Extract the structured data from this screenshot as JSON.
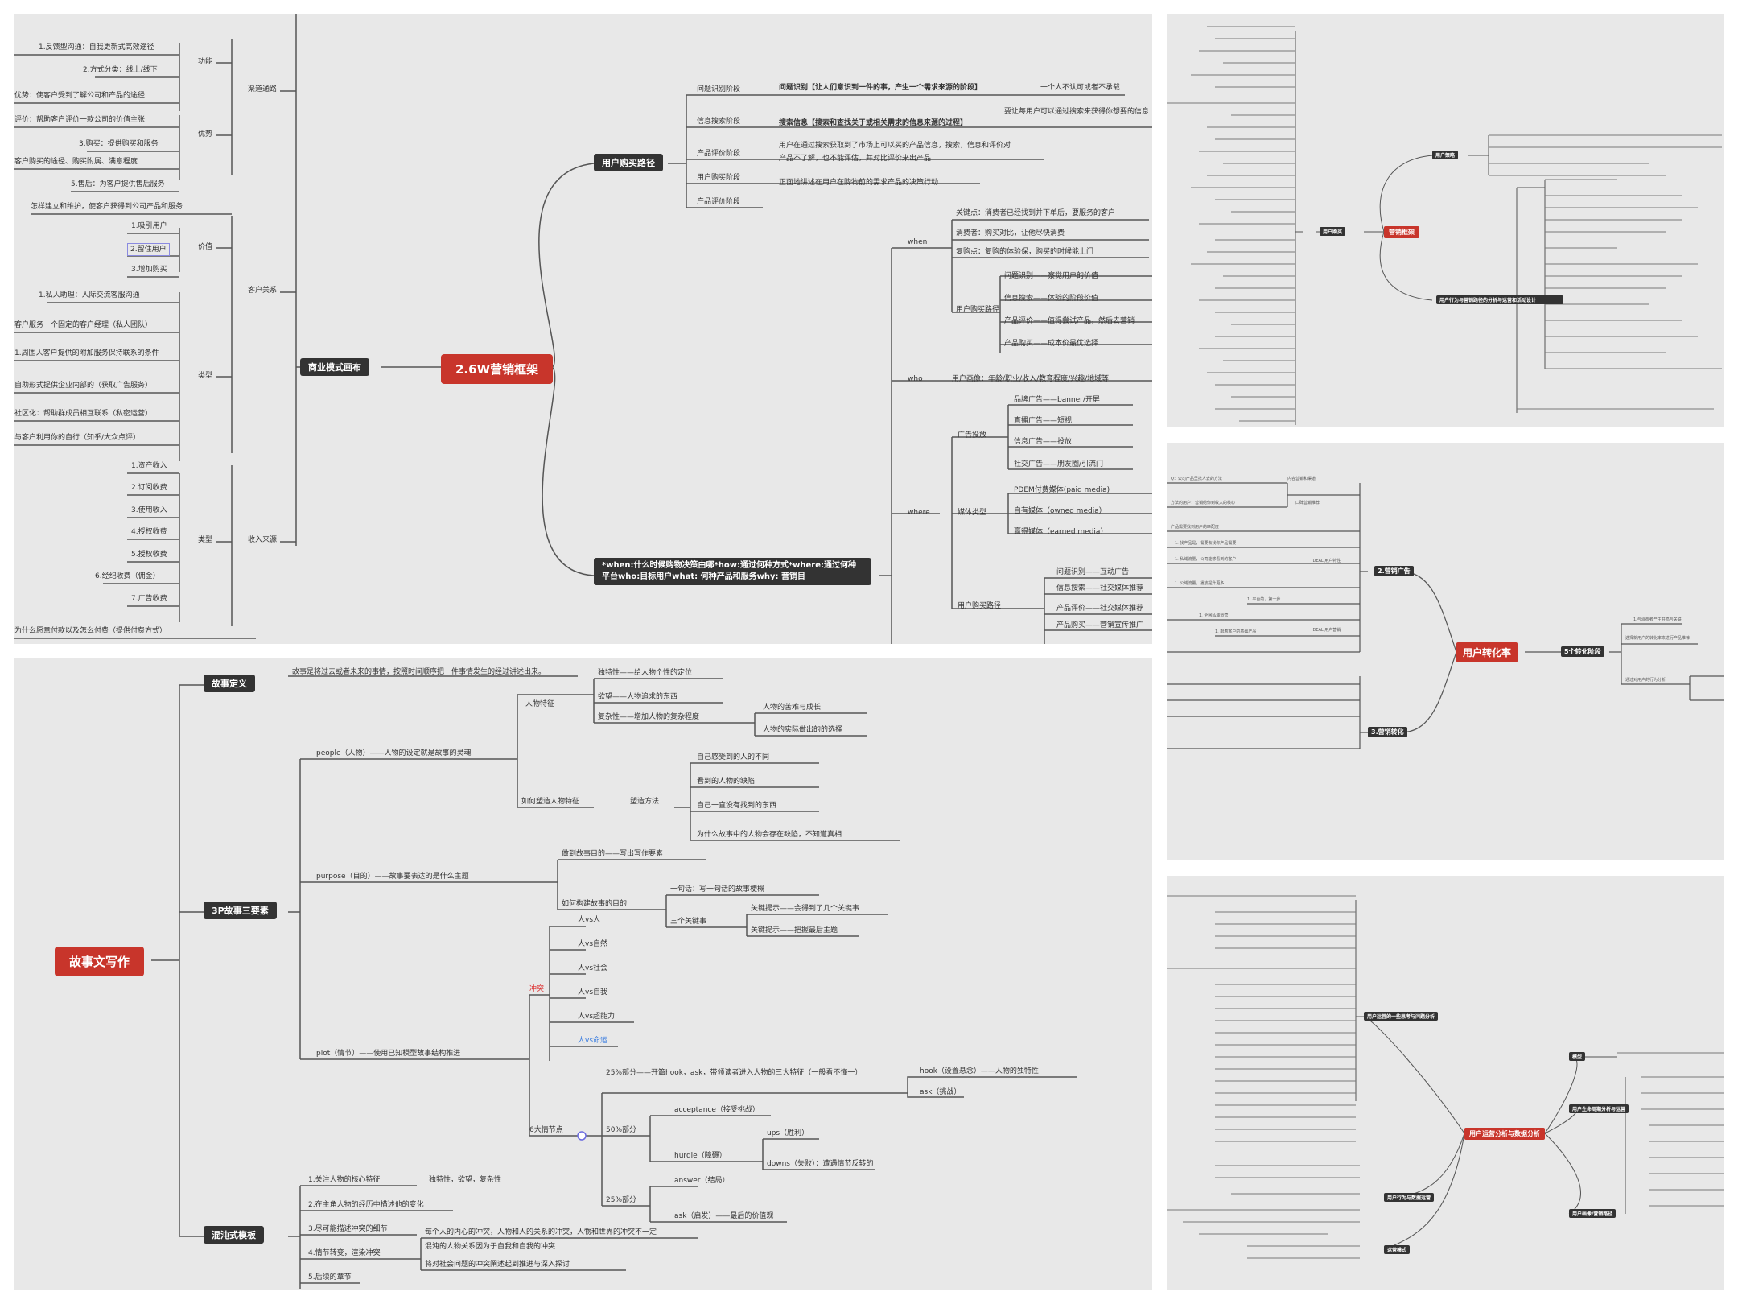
{
  "panel_a": {
    "central": "2.6W营销框架",
    "left_branch": "商业模式画布",
    "top_right_branch": "用户购买路径",
    "bottom_right_branch": "*when:什么时候购物决策由哪*how:通过何种方式*where:通过何种平台who:目标用户what: 何种产品和服务why: 营销目",
    "left_groups": [
      "渠道通路",
      "客户关系",
      "收入来源"
    ],
    "left_subgroups": [
      "功能",
      "优势",
      "价值",
      "类型",
      "类型"
    ],
    "left_items": [
      "1.反馈型沟通：自我更新式高效途径",
      "2.方式分类：线上/线下",
      "优势：使客户受到了解公司和产品的途径",
      "评价：帮助客户评价一款公司的价值主张",
      "3.购买：提供购买和服务",
      "客户购买的途径、购买附属、满意程度",
      "5.售后：为客户提供售后服务",
      "怎样建立和维护，使客户获得到公司产品和服务",
      "1.吸引用户",
      "2.留住用户",
      "3.增加购买",
      "1.私人助理：人际交流客服沟通",
      "客户服务一个固定的客户经理（私人团队）",
      "1.周围人客户提供的附加服务保持联系的条件",
      "自助形式提供企业内部的（获取广告服务）",
      "社区化：帮助群成员相互联系（私密运营）",
      "与客户利用你的自行（知乎/大众点评）",
      "1.资产收入",
      "2.订阅收费",
      "3.使用收入",
      "4.授权收费",
      "5.授权收费",
      "6.经纪收费（佣金）",
      "7.广告收费",
      "为什么愿意付款以及怎么付费（提供付费方式）"
    ],
    "path_steps": [
      "问题识别阶段",
      "信息搜索阶段",
      "产品评价阶段",
      "用户购买阶段",
      "产品评价阶段"
    ],
    "path_notes": [
      "问题识别【让人们意识到一件的事，产生一个需求来源的阶段】",
      "一个人不认可或者不承载",
      "搜索信息【搜索和查找关于或相关需求的信息来源的过程】",
      "要让每用户可以通过搜索来获得你想要的信息",
      "用户在通过搜索获取到了市场上可以买的产品信息，搜索，信息和评价对",
      "产品不了解，也不能评估，并对比评价来出产品",
      "正面地讲述在用户在购物前的需求产品的决策行动"
    ],
    "when_label": "when",
    "when_items": [
      "关键点：消费者已经找到并下单后，要服务的客户",
      "消费者：购买对比，让他尽快消费",
      "复购点：复购的体验保，购买的时候能上门"
    ],
    "journey_label": "用户购买路径",
    "journey_items": [
      "问题识别——察觉用户的价值",
      "信息搜索——体验的阶段价值",
      "产品评价——值得尝试产品，然后去营销",
      "产品购买——成本价最优选择"
    ],
    "who_label": "who",
    "who_item": "用户画像：年龄/职业/收入/教育程度/兴趣/地域等",
    "where_label": "where",
    "ad_label": "广告投放",
    "ad_items": [
      "品牌广告——banner/开屏",
      "直播广告——短视",
      "信息广告——投放",
      "社交广告——朋友圈/引流门"
    ],
    "media_label": "媒体类型",
    "media_items": [
      "PDEM付费媒体(paid media)",
      "自有媒体（owned media）",
      "赢得媒体（earned media）"
    ],
    "stage_label": "用户购买路径",
    "stage_items": [
      "问题识别——互动广告",
      "信息搜索——社交媒体推荐",
      "产品评价——社交媒体推荐",
      "产品购买——营销宣传推广"
    ]
  },
  "panel_b": {
    "central": "故事文写作",
    "branches": [
      "故事定义",
      "3P故事三要素",
      "混沌式模板"
    ],
    "definition": "故事是将过去或者未来的事情，按照时间顺序把一件事情发生的经过讲述出来。",
    "people_label": "people（人物）——人物的设定就是故事的灵魂",
    "traits_label": "人物特征",
    "traits": [
      "独特性——给人物个性的定位",
      "欲望——人物追求的东西",
      "复杂性——增加人物的复杂程度"
    ],
    "complexity_sub": [
      "人物的苦难与成长",
      "人物的实际做出的的选择"
    ],
    "shaping_label": "如何塑造人物特征",
    "shaping_sub_label": "塑造方法",
    "shaping_items": [
      "自己感受到的人的不同",
      "看到的人物的缺陷",
      "自己一直没有找到的东西",
      "为什么故事中的人物会存在缺陷，不知道真相"
    ],
    "purpose_label": "purpose（目的）——故事要表达的是什么主题",
    "purpose_items": [
      "做到故事目的——写出写作要素",
      "如何构建故事的目的"
    ],
    "purpose_sub": [
      "一句话：写一句话的故事梗概",
      "三个关键事"
    ],
    "purpose_keys": [
      "关键提示——会得到了几个关键事",
      "关键提示——把握最后主题"
    ],
    "plot_label": "plot（情节）——使用已知模型故事结构推进",
    "conflict_label": "冲突",
    "conflicts": [
      "人vs人",
      "人vs自然",
      "人vs社会",
      "人vs自我",
      "人vs超能力",
      "人vs命运"
    ],
    "nodes_label": "6大情节点",
    "nodes": [
      "25%部分——开篇hook，ask，带领读者进入人物的三大特征（一般看不懂一）",
      "50%部分",
      "25%部分"
    ],
    "hook_items": [
      "hook（设置悬念）——人物的独特性",
      "ask（挑战）"
    ],
    "mid_items": [
      "acceptance（接受挑战）",
      "hurdle（障碍）"
    ],
    "hurdle_sub": [
      "ups（胜利）",
      "downs（失败）：遭遇情节反转的"
    ],
    "end_items": [
      "answer（结局）",
      "ask（启发）——最后的价值观"
    ],
    "template_items": [
      "1.关注人物的核心特征",
      "2.在主角人物的经历中描述他的变化",
      "3.尽可能描述冲突的细节",
      "4.情节转变，渲染冲突",
      "5.后续的章节"
    ],
    "template_notes": [
      "独特性，欲望，复杂性",
      "每个人的内心的冲突，人物和人的关系的冲突，人物和世界的冲突不一定",
      "混沌的人物关系因为于自我和自我的冲突",
      "将对社会问题的冲突阐述起到推进与深入探讨"
    ]
  },
  "panel_c": {
    "left_tag": "用户购买",
    "central": "营销框架",
    "right_tags": [
      "用户策略",
      "用户行为与营销路径的分析与运营和活动设计"
    ]
  },
  "panel_d": {
    "central": "用户转化率",
    "right_tag": "5个转化阶段",
    "left_tags": [
      "2.营销广告",
      "3.营销转化"
    ],
    "left_items": [
      "Q：公司产品里找人去的方法",
      "方法的用户：营销给你到收入的核心",
      "产品需要找到用户的匹配度",
      "1. 找产品是，需要去找你产品需要",
      "1. 私域流量，公司能够看到的客户",
      "1. 公域流量，播放提升更多",
      "1. 平台的，第一步",
      "1. 全网私域运营",
      "1. 跟着客户的基础产品"
    ],
    "left_mid": [
      "内容营销和渠道",
      "口碑营销推荐",
      "IDEAL 用户特性",
      "IDEAL 用户营销"
    ],
    "right_items": [
      "1.与消费者产生共鸣与关联",
      "选择新用户的转化率来进行产品推荐",
      "通过对用户的行为分析"
    ]
  },
  "panel_e": {
    "central": "用户运营分析与数据分析",
    "tags": [
      "用户运营的一些思考与问题分析",
      "模型",
      "用户生命周期分析与运营",
      "用户行为与数据运营",
      "运营模式",
      "用户画像/营销路径"
    ]
  }
}
